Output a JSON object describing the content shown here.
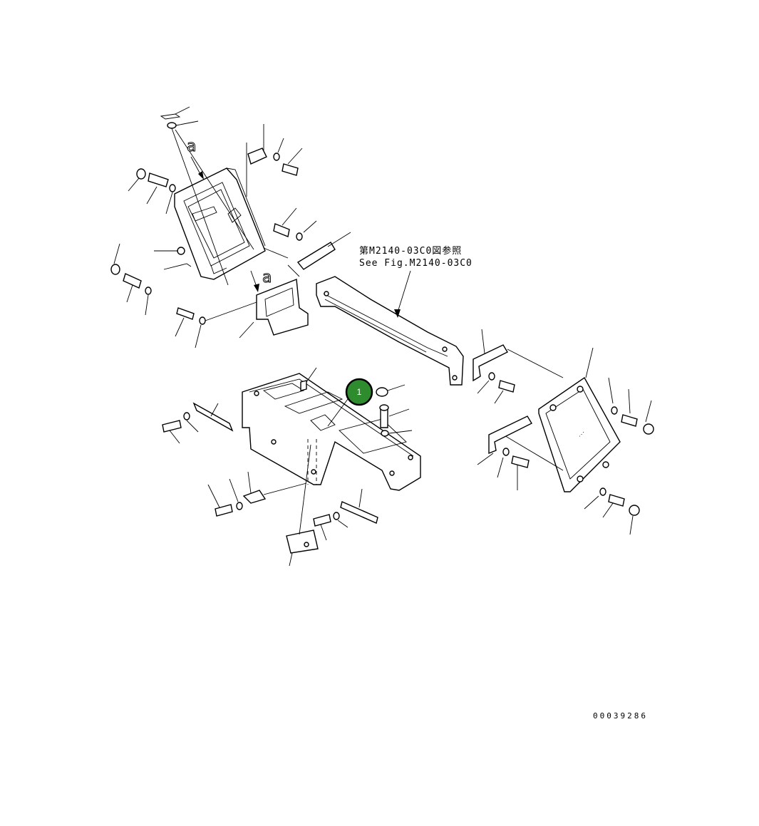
{
  "reference_note": {
    "line1": "第M2140-03C0図参照",
    "line2": "See Fig.M2140-03C0"
  },
  "view_markers": [
    "a",
    "a"
  ],
  "callout": {
    "number": "1",
    "color": "#2e8b2e"
  },
  "figure_number": "00039286"
}
